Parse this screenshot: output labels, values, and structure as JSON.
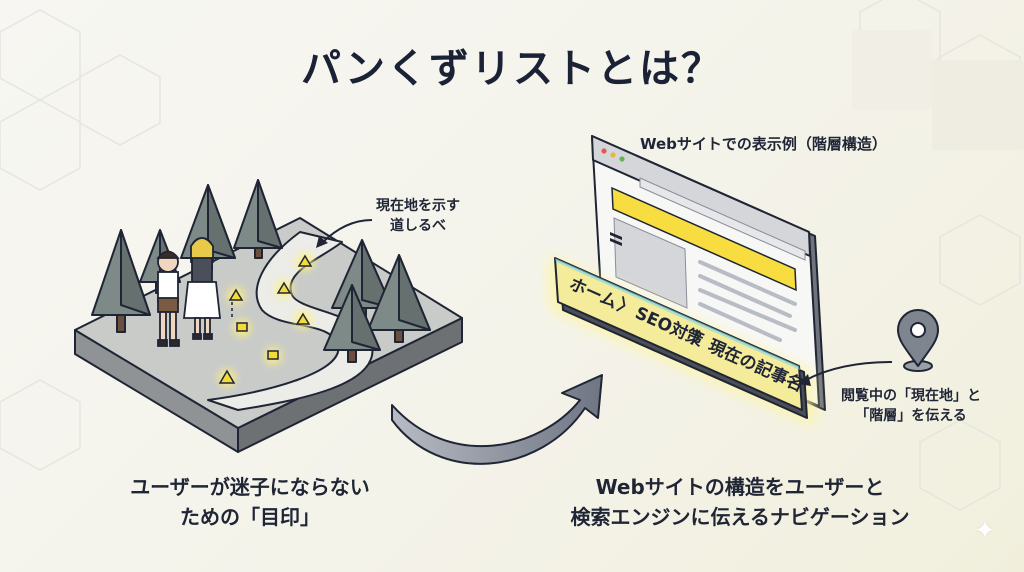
{
  "title": "パンくずリストとは？",
  "left": {
    "annotation_line1": "現在地を示す",
    "annotation_line2": "道しるべ",
    "caption_line1": "ユーザーが迷子にならない",
    "caption_line2": "ための「目印」"
  },
  "right": {
    "browser_caption": "Webサイトでの表示例（階層構造）",
    "breadcrumb": {
      "items": [
        "ホーム",
        "SEO対策",
        "現在の記事名"
      ],
      "separator": "〉"
    },
    "annotation_line1": "閲覧中の「現在地」と",
    "annotation_line2": "「階層」を伝える",
    "caption_line1": "Webサイトの構造をユーザーと",
    "caption_line2": "検索エンジンに伝えるナビゲーション"
  },
  "colors": {
    "background": "#f5f4ec",
    "title": "#1b2236",
    "tree": "#7d8a87",
    "ground": "#c9cbc9",
    "path": "#e7e7e2",
    "crumb_glow": "#fff27a",
    "breadcrumb_bar": "#f4ec9a",
    "browser_highlight": "#f7dd3f"
  },
  "icons": [
    "location-pin-icon",
    "sparkle-icon",
    "curved-arrow-icon"
  ]
}
